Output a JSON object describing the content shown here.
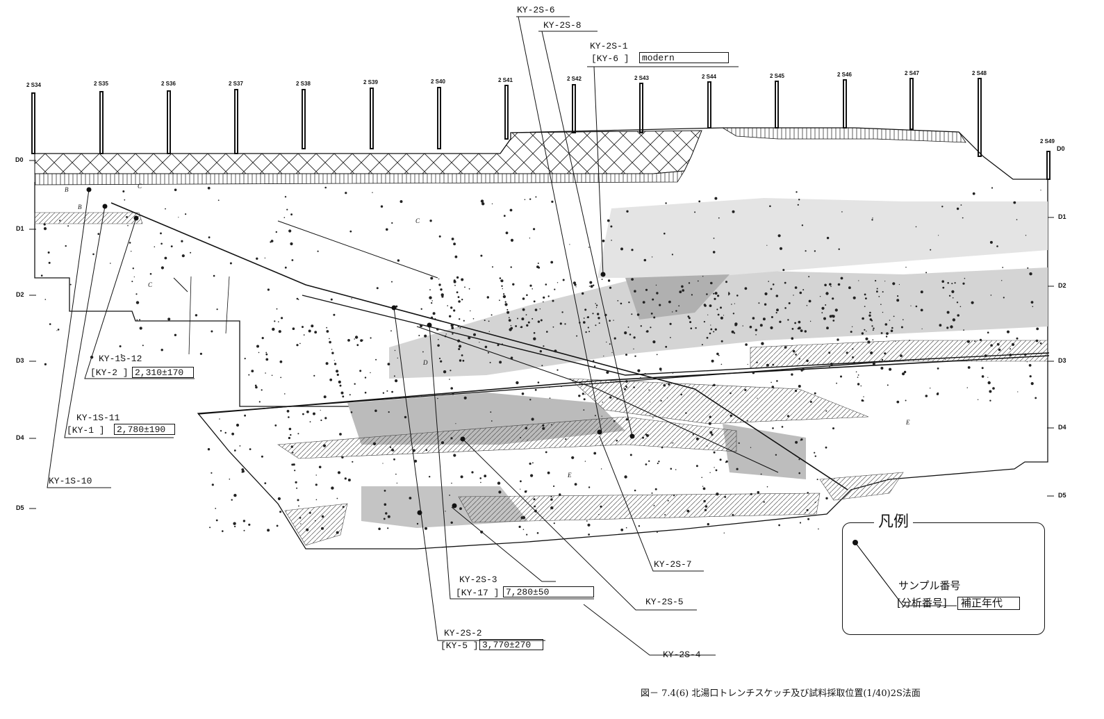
{
  "stations": [
    "2 S34",
    "2 S35",
    "2 S36",
    "2 S37",
    "2 S38",
    "2 S39",
    "2 S40",
    "2 S41",
    "2 S42",
    "2 S43",
    "2 S44",
    "2 S45",
    "2 S46",
    "2 S47",
    "2 S48",
    "2 S49"
  ],
  "depths_left": [
    "D0",
    "D1",
    "D2",
    "D3",
    "D4",
    "D5"
  ],
  "depths_right": [
    "D0",
    "D1",
    "D2",
    "D3",
    "D4",
    "D5"
  ],
  "unit_labels": [
    "B",
    "B",
    "C",
    "C",
    "C",
    "D",
    "E",
    "E"
  ],
  "samples": {
    "ky2s6": "KY-2S-6",
    "ky2s8": "KY-2S-8",
    "ky2s1": {
      "name": "KY-2S-1",
      "analysis": "[KY-6 ]",
      "age": "modern"
    },
    "ky1s12": {
      "name": "KY-1S-12",
      "analysis": "[KY-2 ]",
      "age": "2,310±170"
    },
    "ky1s11": {
      "name": "KY-1S-11",
      "analysis": "[KY-1 ]",
      "age": "2,780±190"
    },
    "ky1s10": "KY-1S-10",
    "ky2s7": "KY-2S-7",
    "ky2s3": {
      "name": "KY-2S-3",
      "analysis": "[KY-17 ]",
      "age": "7,280±50"
    },
    "ky2s5": "KY-2S-5",
    "ky2s2": {
      "name": "KY-2S-2",
      "analysis": "[KY-5 ]",
      "age": "3,770±270"
    },
    "ky2s4": "KY-2S-4"
  },
  "legend": {
    "title": "凡例",
    "sample_label": "サンプル番号",
    "analysis_label": "[分析番号]",
    "age_label": "補正年代"
  },
  "caption": "図－ 7.4(6) 北湯口トレンチスケッチ及び試料採取位置(1/40)2S法面"
}
